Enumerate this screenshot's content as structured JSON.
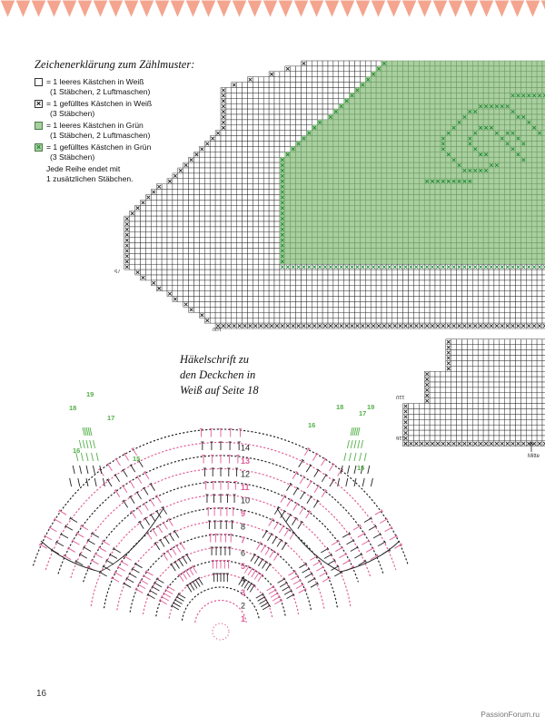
{
  "colors": {
    "accent_pink": "#e15b97",
    "grid_green": "#a9cf9f",
    "cross_green": "#178a2e",
    "border_salmon": "#f4a58f",
    "black": "#222222",
    "light_green": "#55b04a"
  },
  "legend": {
    "title": "Zeichenerklärung zum Zählmuster:",
    "items": [
      {
        "icon": "empty-white-square-icon",
        "line1": "= 1 leeres Kästchen in Weiß",
        "line2": "(1 Stäbchen, 2 Luftmaschen)"
      },
      {
        "icon": "filled-white-square-icon",
        "line1": "= 1 gefülltes Kästchen in Weiß",
        "line2": "(3 Stäbchen)"
      },
      {
        "icon": "empty-green-square-icon",
        "line1": "= 1 leeres Kästchen in Grün",
        "line2": "(1 Stäbchen, 2 Luftmaschen)"
      },
      {
        "icon": "filled-green-square-icon",
        "line1": "= 1 gefülltes Kästchen in Grün",
        "line2": "(3 Stäbchen)"
      }
    ],
    "note_line1": "Jede Reihe endet mit",
    "note_line2": "1 zusätzlichen Stäbchen."
  },
  "chart_labels": {
    "row_75": "75",
    "row_100": "100",
    "row_110": "110",
    "row_116": "116",
    "mitte": "Mitte"
  },
  "crochet": {
    "title_line1": "Häkelschrift zu",
    "title_line2": "den Deckchen in",
    "title_line3": "Weiß auf Seite 18",
    "round_numbers": [
      "1",
      "2",
      "3",
      "4",
      "5",
      "6",
      "7",
      "8",
      "9",
      "10",
      "11",
      "12",
      "13",
      "14"
    ],
    "side_numbers_left": [
      "15",
      "16",
      "17",
      "18",
      "19"
    ],
    "side_numbers_right": [
      "15",
      "16",
      "17",
      "18",
      "19"
    ]
  },
  "page_number": "16",
  "watermark": "PassionForum.ru"
}
